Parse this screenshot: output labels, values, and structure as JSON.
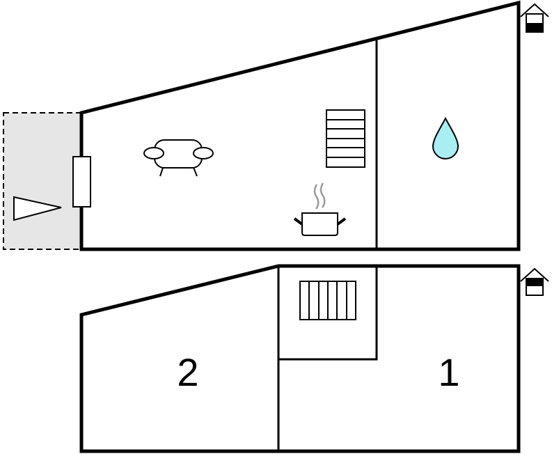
{
  "floor_plan": {
    "upper_floor": {
      "icons": [
        "terrace",
        "door",
        "sofa-icon",
        "stairs-icon",
        "cooking-pot-icon",
        "water-drop-icon",
        "house-level-icon"
      ]
    },
    "lower_floor": {
      "rooms": [
        {
          "label": "2"
        },
        {
          "label": "1"
        }
      ],
      "icons": [
        "stairs-icon",
        "house-level-icon"
      ]
    },
    "colors": {
      "wall": "#000000",
      "terrace": "#e6e6e6",
      "water": "#a8eef2",
      "steam": "#999999"
    }
  }
}
